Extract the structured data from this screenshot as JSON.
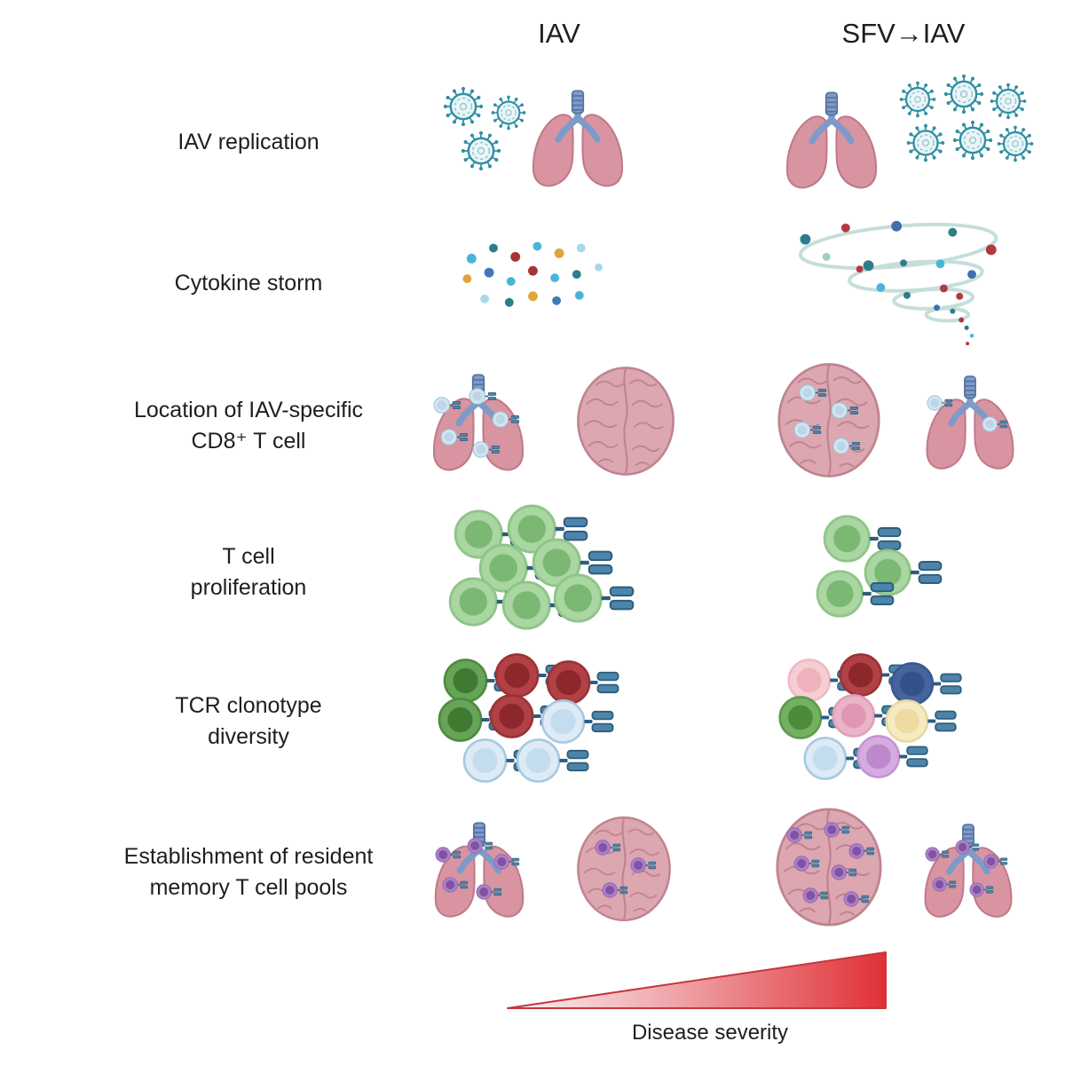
{
  "figure": {
    "columns": {
      "iav": "IAV",
      "sfv_iav": "SFV→IAV"
    },
    "rows": [
      {
        "id": "iav-replication",
        "label": "IAV replication"
      },
      {
        "id": "cytokine-storm",
        "label": "Cytokine storm"
      },
      {
        "id": "cd8-t-cell-location",
        "label": "Location of IAV-specific\nCD8⁺ T cell"
      },
      {
        "id": "t-cell-proliferation",
        "label": "T cell\nproliferation"
      },
      {
        "id": "tcr-clonotype-diversity",
        "label": "TCR clonotype\ndiversity"
      },
      {
        "id": "resident-memory-pools",
        "label": "Establishment of resident\nmemory T cell pools"
      }
    ],
    "footer": {
      "axis_label": "Disease severity"
    }
  },
  "icons": {
    "lungs": "lungs-icon",
    "brain": "brain-icon",
    "virus": "influenza-virion-icon",
    "t_cell": "t-cell-icon",
    "cytokine_dot": "cytokine-dot",
    "cytokine_tornado": "cytokine-storm-tornado",
    "severity_gradient": "disease-severity-gradient-triangle"
  },
  "colors": {
    "lung_pink": "#d994a1",
    "lung_outline": "#c07a89",
    "trachea_blue": "#7e9ac9",
    "brain_pink": "#dca7b0",
    "brain_outline": "#bf8490",
    "virus_teal": "#2f8fa3",
    "tcr_steel_blue": "#4d84aa",
    "t_cell_green": "#a9d6a1",
    "t_cell_light_blue": "#d3e5f0",
    "memory_purple": "#ab80c4",
    "severity_red": "#e03136"
  },
  "depiction": {
    "iav_replication": {
      "iav": {
        "organ": "lungs",
        "virus_particles": 3
      },
      "sfv_iav": {
        "organ": "lungs",
        "virus_particles": 6
      }
    },
    "cytokine_storm": {
      "iav": {
        "style": "scattered-dots",
        "dot_count": 18
      },
      "sfv_iav": {
        "style": "tornado-spiral"
      }
    },
    "cd8_t_cell_location": {
      "iav": {
        "lungs_t_cells": 5,
        "brain_t_cells": 0
      },
      "sfv_iav": {
        "brain_t_cells": 4,
        "lungs_t_cells": 2
      }
    },
    "t_cell_proliferation": {
      "iav": {
        "cells": 7
      },
      "sfv_iav": {
        "cells": 3
      }
    },
    "tcr_clonotype_diversity": {
      "iav": {
        "clonotype_colors": 3,
        "cells": 8
      },
      "sfv_iav": {
        "clonotype_colors": 8,
        "cells": 8
      }
    },
    "resident_memory_pools": {
      "iav": {
        "lungs_cells": 5,
        "brain_cells": 3
      },
      "sfv_iav": {
        "brain_cells": 7,
        "lungs_cells": 5
      }
    }
  }
}
